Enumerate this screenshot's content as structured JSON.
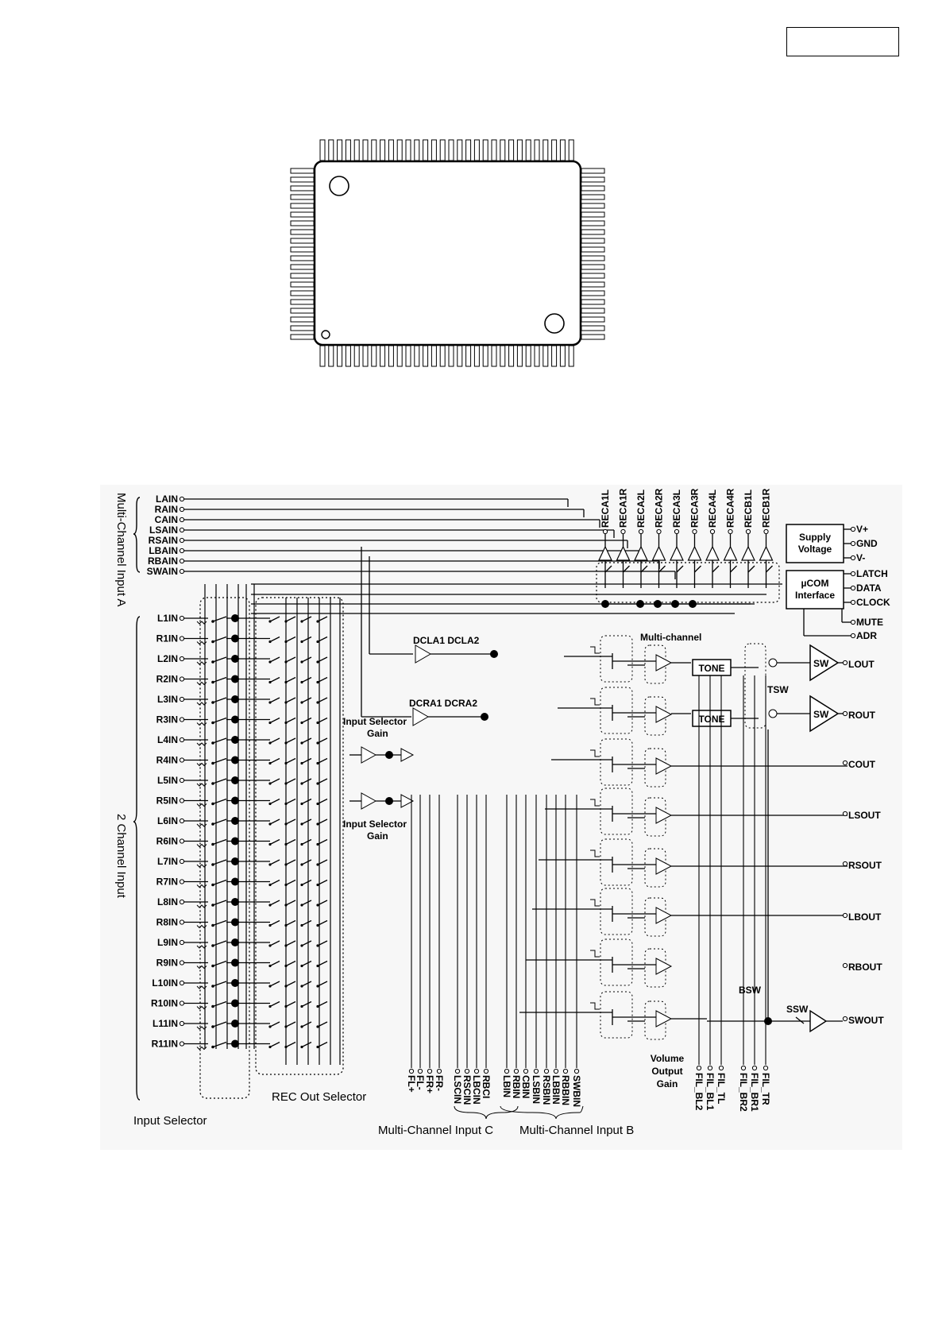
{
  "page_number_box": "",
  "inputs_a": [
    "LAIN",
    "RAIN",
    "CAIN",
    "LSAIN",
    "RSAIN",
    "LBAIN",
    "RBAIN",
    "SWAIN"
  ],
  "inputs_2ch": [
    "L1IN",
    "R1IN",
    "L2IN",
    "R2IN",
    "L3IN",
    "R3IN",
    "L4IN",
    "R4IN",
    "L5IN",
    "R5IN",
    "L6IN",
    "R6IN",
    "L7IN",
    "R7IN",
    "L8IN",
    "R8IN",
    "L9IN",
    "R9IN",
    "L10IN",
    "R10IN",
    "L11IN",
    "R11IN"
  ],
  "rec_outputs": [
    "RECA1L",
    "RECA1R",
    "RECA2L",
    "RECA2R",
    "RECA3L",
    "RECA3R",
    "RECA4L",
    "RECA4R",
    "RECB1L",
    "RECB1R"
  ],
  "right_pins": [
    "V+",
    "GND",
    "V-",
    "LATCH",
    "DATA",
    "CLOCK",
    "MUTE",
    "ADR"
  ],
  "outputs": [
    "LOUT",
    "ROUT",
    "COUT",
    "LSOUT",
    "RSOUT",
    "LBOUT",
    "RBOUT",
    "SWOUT"
  ],
  "bottom_pins": [
    "FL+",
    "FL-",
    "FR+",
    "FR-",
    "LSCIN",
    "RSCIN",
    "LBCIN",
    "RBCI",
    "LBIN",
    "RBIN",
    "CBIN",
    "LSBIN",
    "RSBIN",
    "LBBIN",
    "RBBIN",
    "SWBIN"
  ],
  "filter_pins": [
    "FIL_BL2",
    "FIL_BL1",
    "FIL_TL",
    "FIL_BR2",
    "FIL_BR1",
    "FIL_TR"
  ],
  "blocks": {
    "supply": [
      "Supply",
      "Voltage"
    ],
    "ucom": [
      "µCOM",
      "Interface"
    ],
    "tone": "TONE",
    "sw": "SW",
    "dcla": "DCLA1 DCLA2",
    "dcra": "DCRA1 DCRA2",
    "isg": [
      "Input Selector",
      "Gain"
    ],
    "multi": "Multi-channel",
    "tsw": "TSW",
    "bsw": "BSW",
    "ssw": "SSW",
    "vog": [
      "Volume",
      "Output",
      "Gain"
    ]
  },
  "group_labels": {
    "multi_a": "Multi-Channel Input A",
    "two_ch": "2 Channel Input",
    "input_selector": "Input Selector",
    "rec_out_selector": "REC Out Selector",
    "multi_c": "Multi-Channel Input C",
    "multi_b": "Multi-Channel Input B"
  }
}
